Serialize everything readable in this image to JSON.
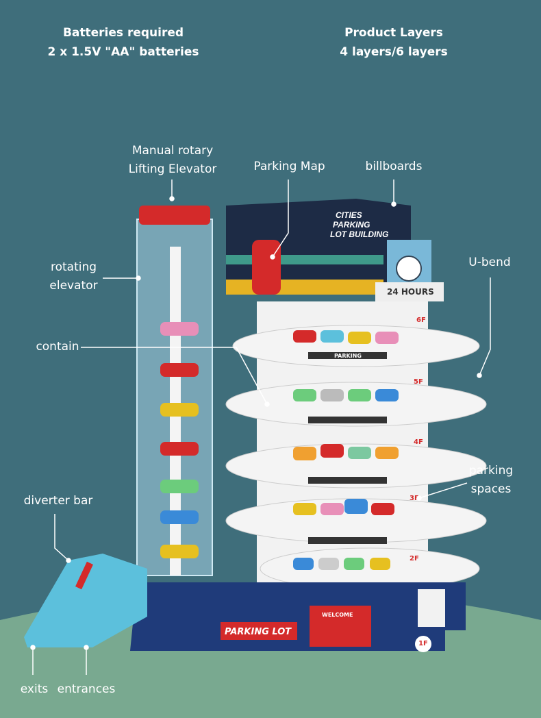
{
  "header": {
    "left": {
      "title": "Batteries required",
      "subtitle": "2 x 1.5V \"AA\" batteries"
    },
    "right": {
      "title": "Product Layers",
      "subtitle": "4 layers/6 layers"
    }
  },
  "callouts": {
    "elevator_top": [
      "Manual rotary",
      "Lifting Elevator"
    ],
    "parking_map": "Parking Map",
    "billboards": "billboards",
    "rotating_elevator": [
      "rotating",
      "elevator"
    ],
    "u_bend": "U-bend",
    "contain": "contain",
    "parking_spaces": [
      "parking",
      "spaces"
    ],
    "diverter_bar": "diverter bar",
    "exits": "exits",
    "entrances": "entrances"
  },
  "toy_lettering": {
    "billboard": [
      "CITIES",
      "PARKING",
      "LOT BUILDING"
    ],
    "clock_sign": "24 HOURS",
    "base_sign": "PARKING LOT",
    "gate_sign": "WELCOME",
    "floor_sign": "PARKING",
    "floors": [
      "6F",
      "5F",
      "4F",
      "3F",
      "2F",
      "1F"
    ]
  },
  "colors": {
    "background": "#3f6e7b",
    "ground": "#79a990",
    "base": "#1f3b7a",
    "ramp": "#5cc0dc",
    "accent": "#d42a2a"
  }
}
